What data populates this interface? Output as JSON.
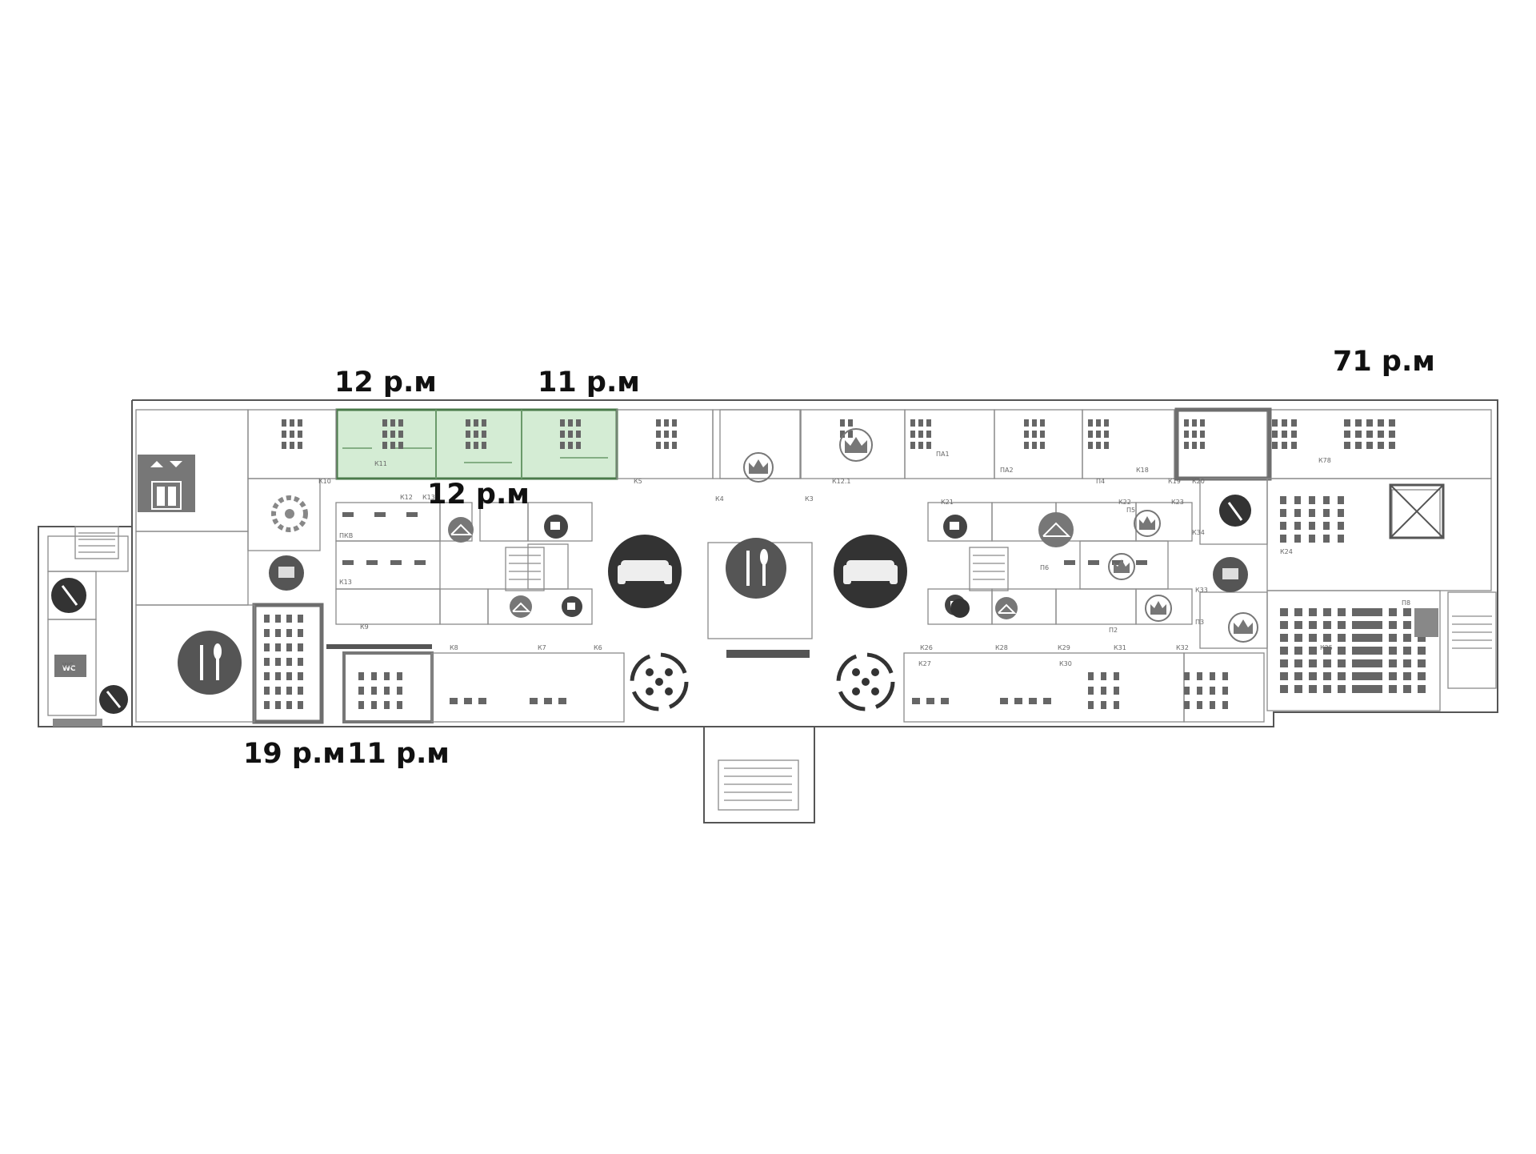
{
  "labels": {
    "top_left": "12 р.м",
    "top_mid": "11 р.м",
    "inner": "12 р.м",
    "top_right": "71 р.м",
    "bottom_left": "19 р.м",
    "bottom_mid": "11 р.м"
  },
  "room_codes": [
    "К10",
    "К11",
    "К12",
    "К13",
    "ПКВ",
    "К13",
    "К9",
    "К8",
    "К7",
    "К6",
    "К5",
    "К4",
    "К3",
    "К12.1",
    "ПА1",
    "ПА2",
    "П4",
    "К18",
    "К19",
    "К20",
    "К21",
    "К22",
    "К23",
    "К24",
    "К25",
    "К26",
    "К27",
    "К28",
    "К29",
    "К30",
    "К31",
    "К32",
    "К33",
    "К34",
    "П5",
    "П6",
    "П2",
    "П3",
    "П8",
    "К78",
    "WC"
  ],
  "colors": {
    "highlight_fill": "#d4ecd4",
    "highlight_stroke": "#4a7a4a",
    "wall": "#555555",
    "icon_dark": "#333333"
  },
  "icons": [
    "elevator-icon",
    "stairs-icon",
    "wc-icon",
    "cleaning-icon",
    "dining-icon",
    "sofa-icon",
    "coffee-icon",
    "hanger-icon",
    "printer-icon",
    "gear-icon",
    "meeting-table-icon",
    "crown-icon",
    "elevator-shaft-icon"
  ]
}
